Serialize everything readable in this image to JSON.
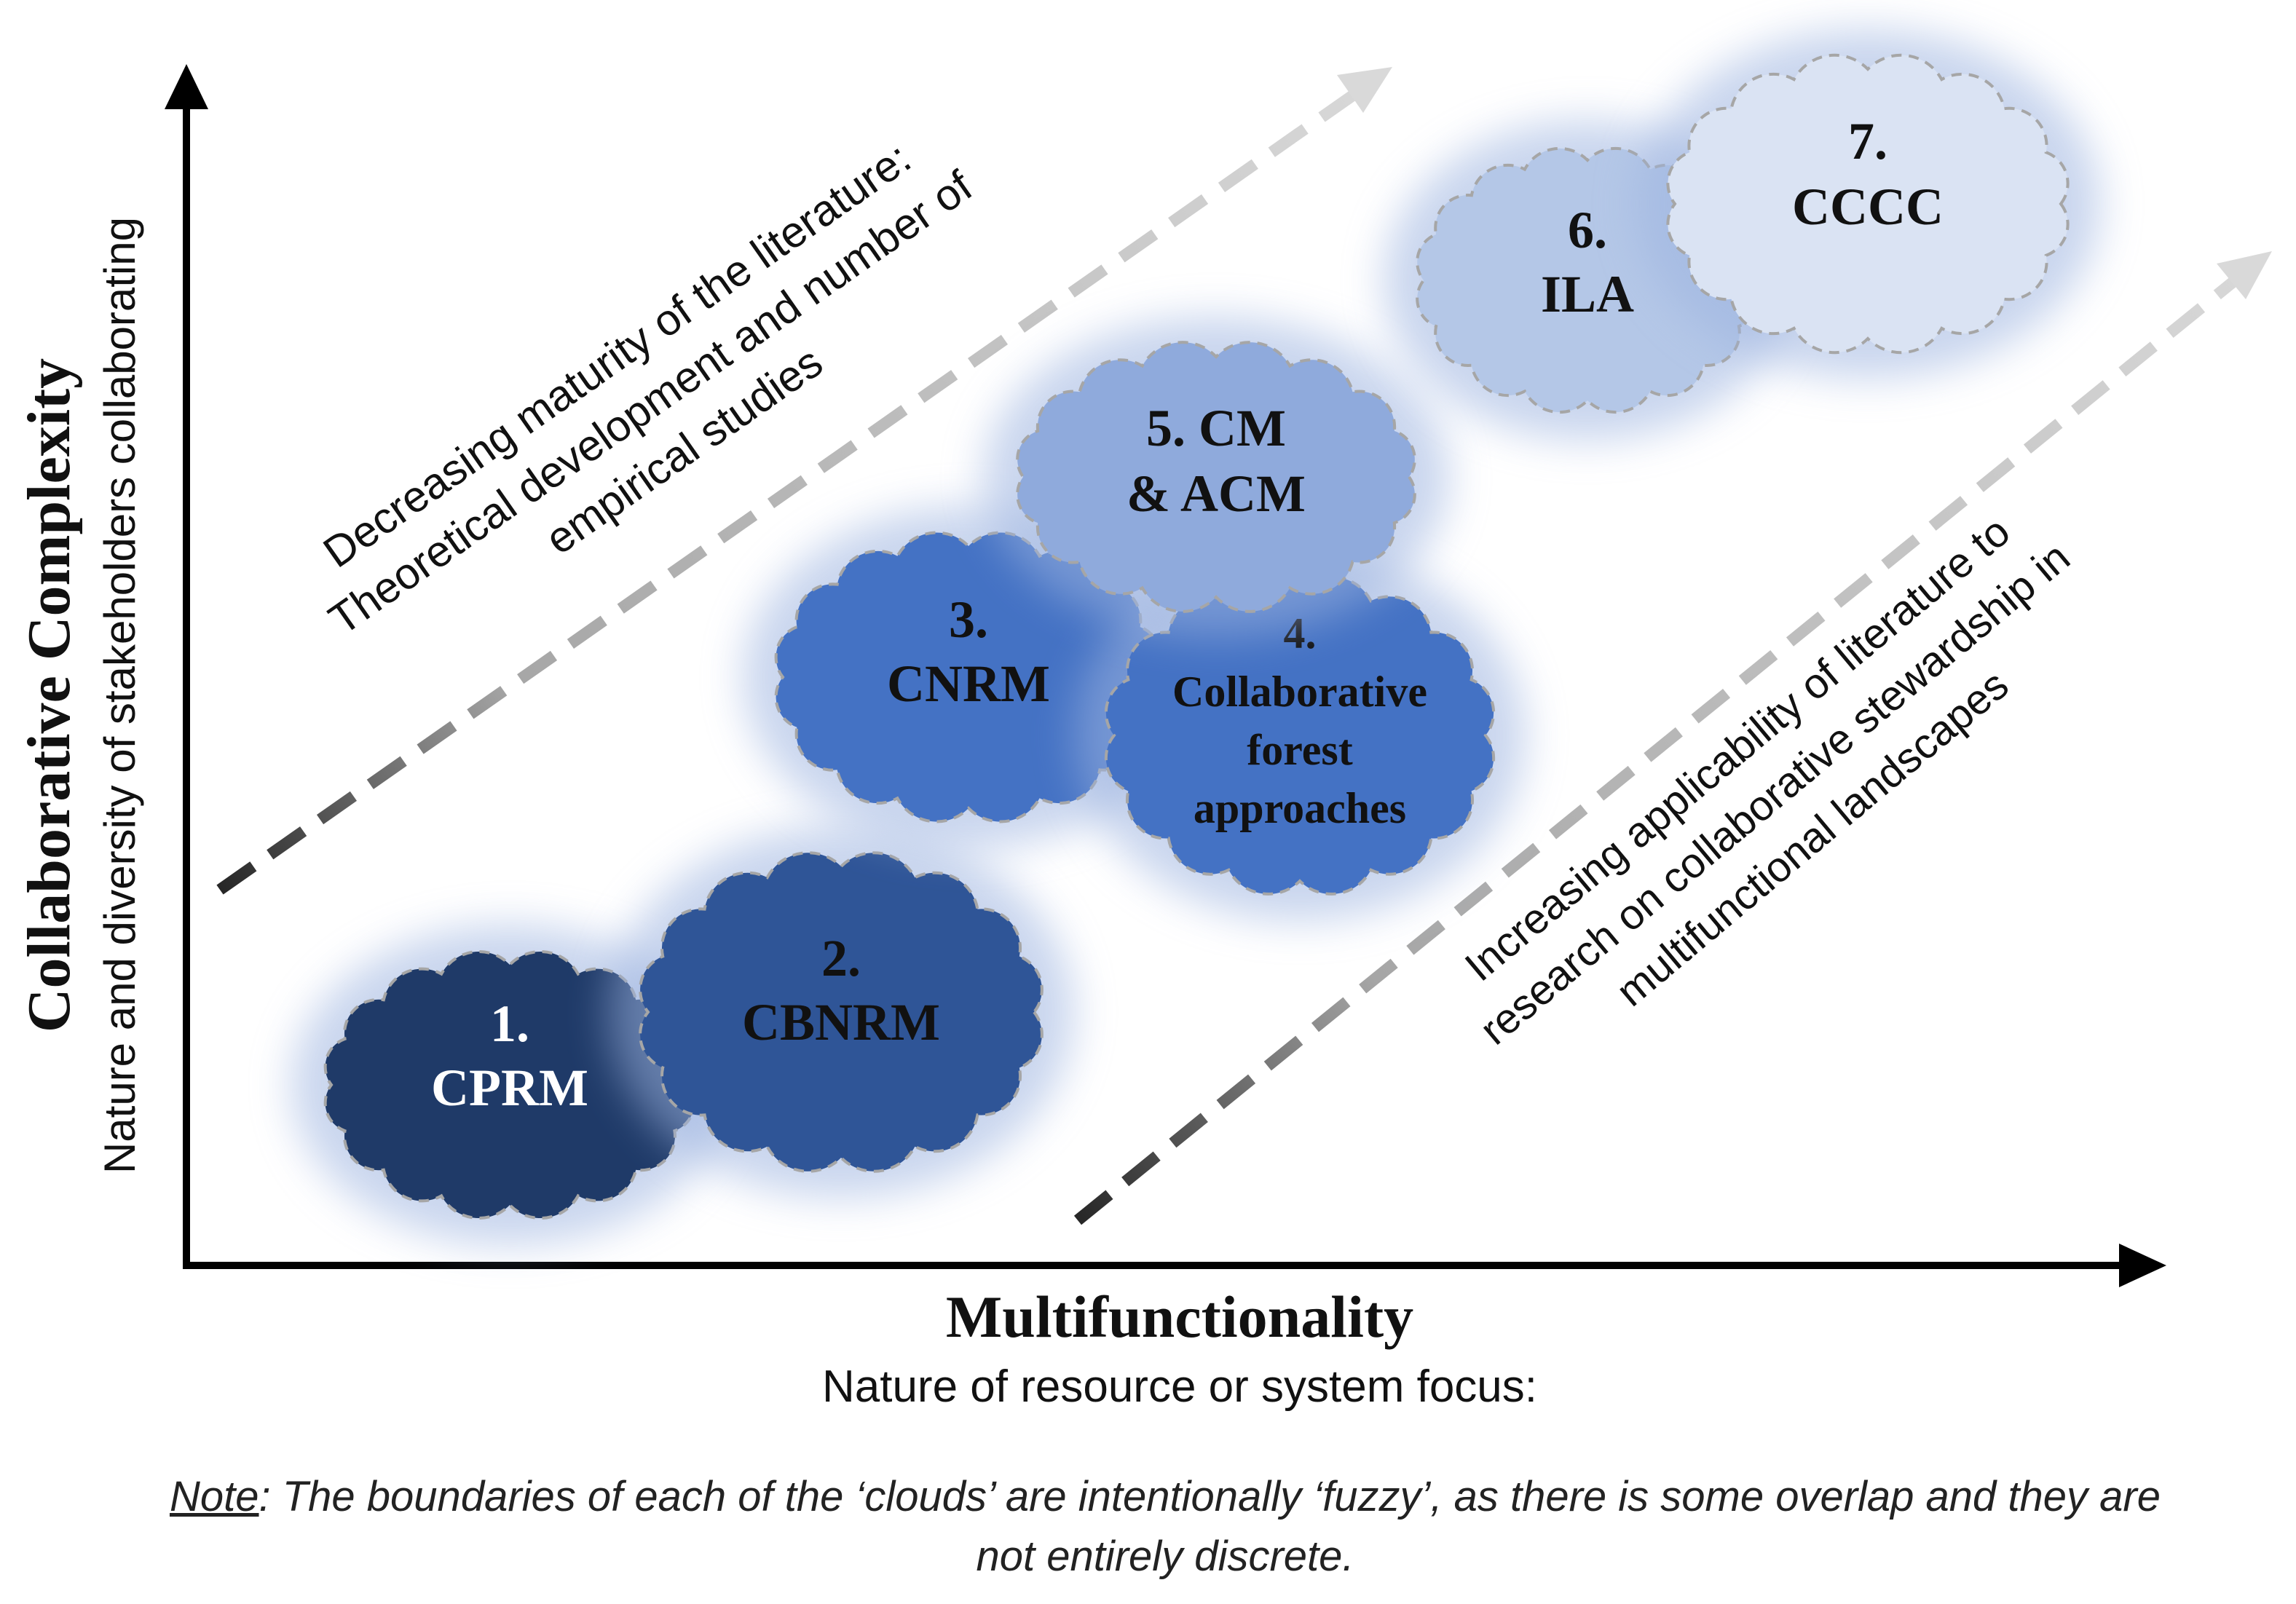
{
  "axes": {
    "y_title": "Collaborative Complexity",
    "y_subtitle": "Nature and diversity of stakeholders collaborating",
    "x_title": "Multifunctionality",
    "x_subtitle": "Nature of resource or system focus:"
  },
  "arrows": {
    "upper": {
      "lines": [
        "Decreasing maturity of the literature:",
        "Theoretical development and number of",
        "empirical studies"
      ]
    },
    "lower": {
      "lines": [
        "Increasing applicability of literature to",
        "research on collaborative stewardship in",
        "multifunctional landscapes"
      ]
    }
  },
  "clouds": [
    {
      "lines": [
        "1.",
        "CPRM"
      ],
      "fill": "#1f3a68",
      "text_color": "#ffffff"
    },
    {
      "lines": [
        "2.",
        "CBNRM"
      ],
      "fill": "#2f5597",
      "text_color": "#111111"
    },
    {
      "lines": [
        "3.",
        "CNRM"
      ],
      "fill": "#4472c4",
      "text_color": "#111111"
    },
    {
      "lines": [
        "4.",
        "Collaborative",
        "forest",
        "approaches"
      ],
      "fill": "#4472c4",
      "text_color": "#111111"
    },
    {
      "lines": [
        "5.  CM",
        "& ACM"
      ],
      "fill": "#8faadc",
      "text_color": "#111111"
    },
    {
      "lines": [
        "6.",
        "ILA"
      ],
      "fill": "#b4c7e7",
      "text_color": "#111111"
    },
    {
      "lines": [
        "7.",
        "CCCC"
      ],
      "fill": "#dae3f3",
      "text_color": "#111111"
    }
  ],
  "note": {
    "key": "Note",
    "text": ": The boundaries of each of the ‘clouds’ are intentionally ‘fuzzy’, as there is some overlap and they are not entirely discrete."
  },
  "colors": {
    "axis": "#000000",
    "arrow_light": "#d9d9d9",
    "arrow_dark": "#262626",
    "glow": "#9db4e0"
  }
}
